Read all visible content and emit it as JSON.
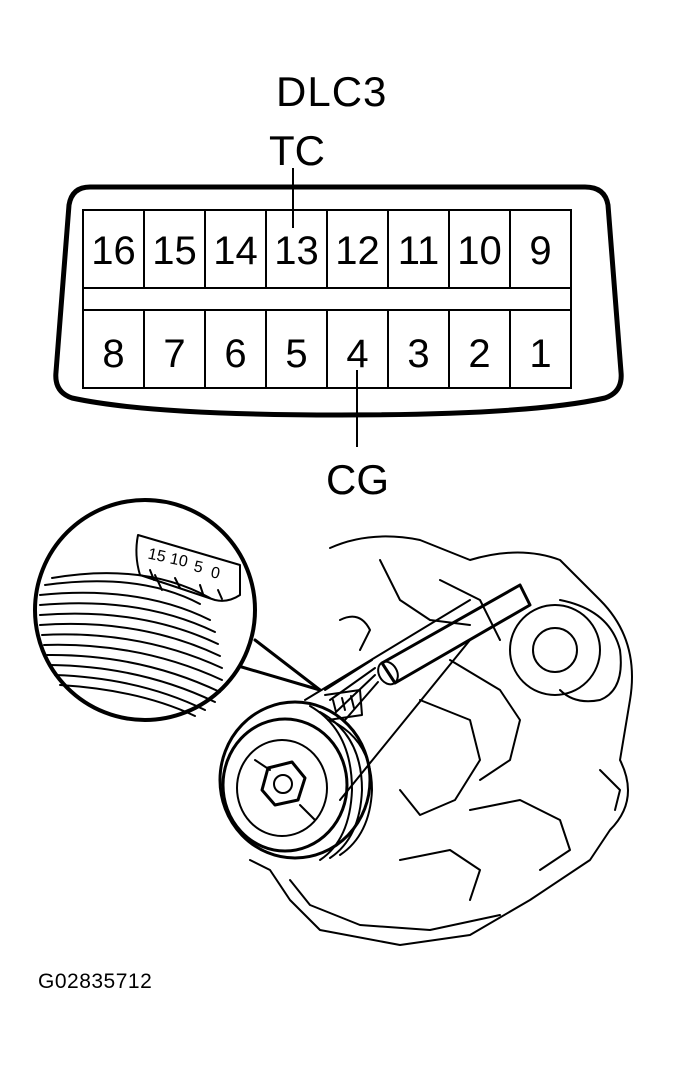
{
  "connector": {
    "title": "DLC3",
    "top_pins": [
      "16",
      "15",
      "14",
      "13",
      "12",
      "11",
      "10",
      "9"
    ],
    "bottom_pins": [
      "8",
      "7",
      "6",
      "5",
      "4",
      "3",
      "2",
      "1"
    ],
    "callouts": {
      "tc": {
        "label": "TC",
        "pin": "13"
      },
      "cg": {
        "label": "CG",
        "pin": "4"
      }
    }
  },
  "timing_scale": [
    "15",
    "10",
    "5",
    "0"
  ],
  "figure_code": "G02835712"
}
